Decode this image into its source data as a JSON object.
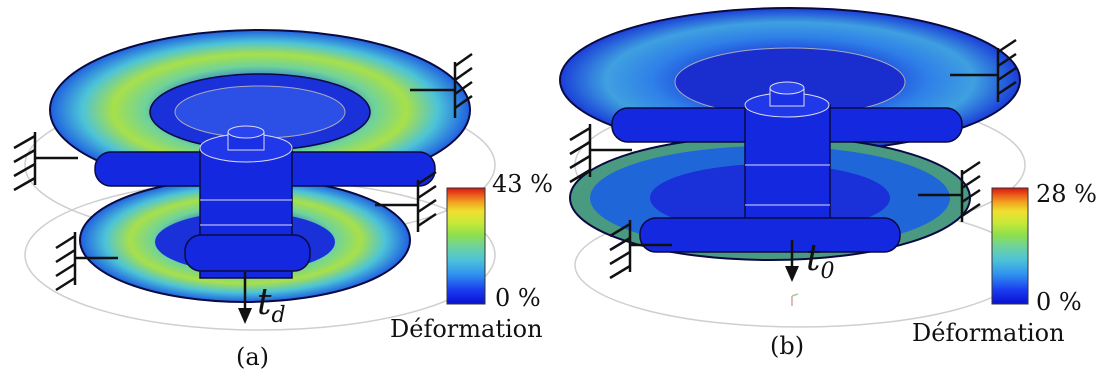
{
  "panels": [
    {
      "id": "a",
      "caption": "(a)",
      "force_symbol": "t",
      "force_subscript": "d",
      "colorbar": {
        "max_label": "43 %",
        "min_label": "0 %",
        "title": "Déformation"
      }
    },
    {
      "id": "b",
      "caption": "(b)",
      "force_symbol": "t",
      "force_subscript": "0",
      "colorbar": {
        "max_label": "28 %",
        "min_label": "0 %",
        "title": "Déformation"
      }
    }
  ],
  "colors": {
    "colormap": [
      "#0a1cd8",
      "#1a4ef0",
      "#2f8ff0",
      "#4cc3d8",
      "#6fd39a",
      "#8fe04a",
      "#c8e83a",
      "#f0e030",
      "#f0a020",
      "#e85018",
      "#d81410"
    ],
    "part_blue": "#1428e0",
    "outline": "#0a0a40"
  }
}
